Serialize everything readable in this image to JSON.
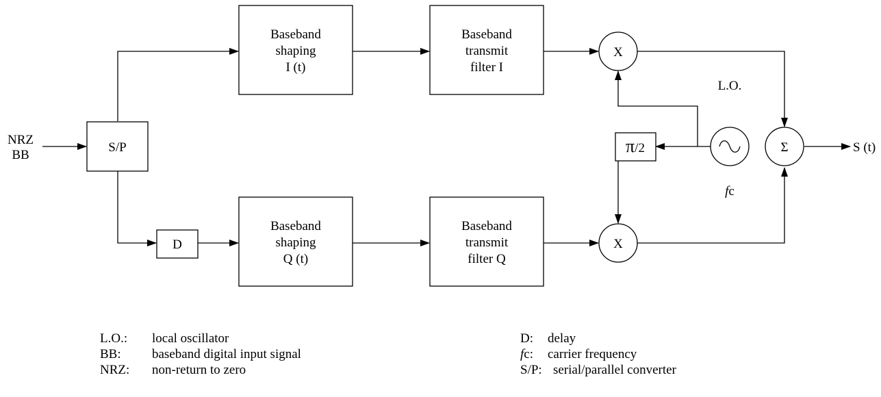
{
  "input": {
    "line1": "NRZ",
    "line2": "BB"
  },
  "output": {
    "label": "S (t)"
  },
  "blocks": {
    "sp": "S/P",
    "delay": "D",
    "shaping_i": [
      "Baseband",
      "shaping",
      "I (t)"
    ],
    "shaping_q": [
      "Baseband",
      "shaping",
      "Q (t)"
    ],
    "filter_i": [
      "Baseband",
      "transmit",
      "filter I"
    ],
    "filter_q": [
      "Baseband",
      "transmit",
      "filter Q"
    ],
    "mixer_i": "X",
    "mixer_q": "X",
    "phase_shift": {
      "symbol": "π",
      "suffix": "/2"
    },
    "summer": "Σ",
    "oscillator_symbol": "∿"
  },
  "lo": {
    "label": "L.O.",
    "freq_italic": "f",
    "freq_suffix": "c"
  },
  "legend": {
    "left": [
      {
        "key": "L.O.:",
        "desc": "local oscillator"
      },
      {
        "key": "BB:",
        "desc": "baseband digital input signal"
      },
      {
        "key": "NRZ:",
        "desc": "non-return to zero"
      }
    ],
    "right": [
      {
        "key": "D:",
        "desc": "delay"
      },
      {
        "key_italic": "f",
        "key_rest": "c:",
        "desc": "carrier frequency"
      },
      {
        "key": "S/P:",
        "desc": "serial/parallel converter"
      }
    ]
  }
}
